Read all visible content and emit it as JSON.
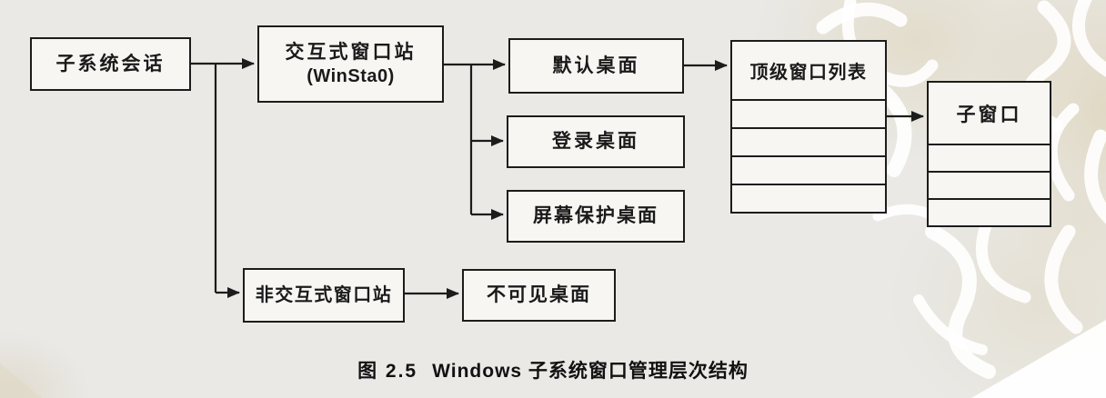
{
  "figure_caption": {
    "number": "图 2.5",
    "title": "Windows 子系统窗口管理层次结构"
  },
  "diagram": {
    "type": "flowchart",
    "boxes": {
      "session": {
        "label": "子系统会话"
      },
      "interactive_winsta": {
        "label": "交互式窗口站",
        "sublabel": "(WinSta0)"
      },
      "default_desktop": {
        "label": "默认桌面"
      },
      "logon_desktop": {
        "label": "登录桌面"
      },
      "screensaver_desktop": {
        "label": "屏幕保护桌面"
      },
      "noninteractive_winsta": {
        "label": "非交互式窗口站"
      },
      "invisible_desktop": {
        "label": "不可见桌面"
      },
      "toplevel_window_list": {
        "label": "顶级窗口列表",
        "empty_rows": 4
      },
      "child_window": {
        "label": "子窗口",
        "empty_rows": 3
      }
    },
    "edges": [
      {
        "from": "子系统会话",
        "to": "交互式窗口站 (WinSta0)"
      },
      {
        "from": "子系统会话",
        "to": "非交互式窗口站"
      },
      {
        "from": "交互式窗口站 (WinSta0)",
        "to": "默认桌面"
      },
      {
        "from": "交互式窗口站 (WinSta0)",
        "to": "登录桌面"
      },
      {
        "from": "交互式窗口站 (WinSta0)",
        "to": "屏幕保护桌面"
      },
      {
        "from": "非交互式窗口站",
        "to": "不可见桌面"
      },
      {
        "from": "默认桌面",
        "to": "顶级窗口列表"
      },
      {
        "from": "顶级窗口列表",
        "to": "子窗口"
      }
    ],
    "colors": {
      "line": "#1c1c1c",
      "box_border": "#1c1c1c",
      "box_fill": "#f7f6f3",
      "page_background": "#eae9e6",
      "watermark": "#ffffff"
    }
  }
}
